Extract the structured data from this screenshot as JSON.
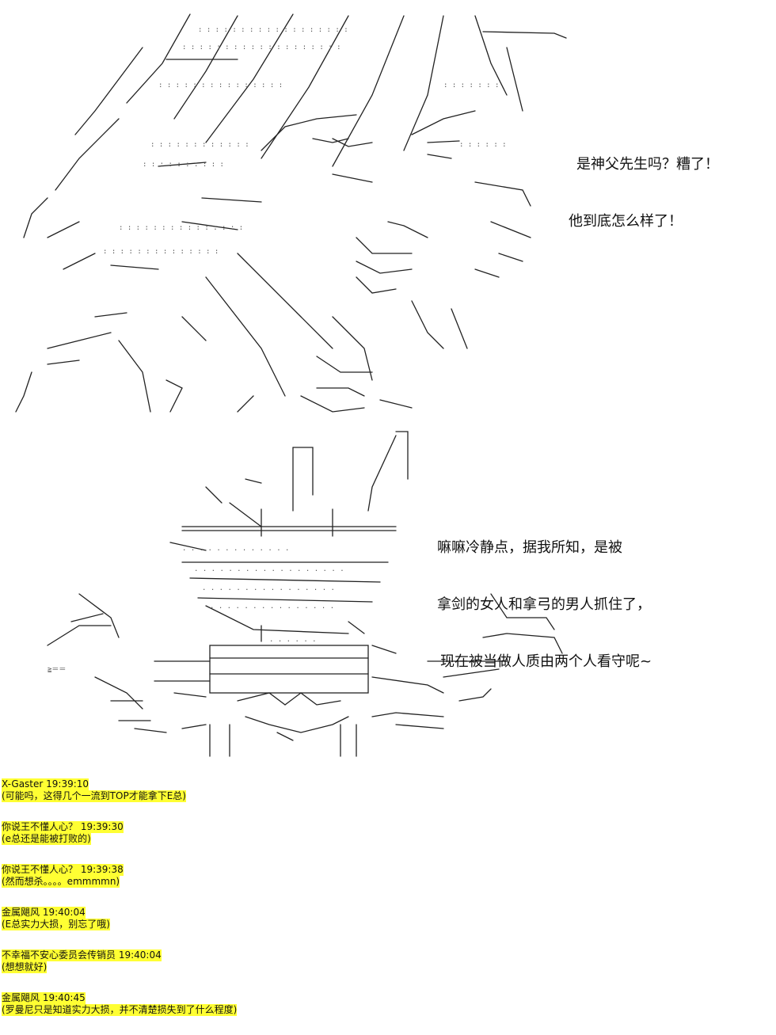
{
  "dialogue_top": {
    "lines": [
      "是神父先生吗？糟了！",
      "他到底怎么样了！"
    ]
  },
  "dialogue_bottom": {
    "lines": [
      "嘛嘛冷静点，据我所知，是被",
      "拿剑的女人和拿弓的男人抓住了，",
      "现在被当做人质由两个人看守呢~"
    ]
  },
  "chat": [
    {
      "name": "X-Gaster",
      "time": "19:39:10",
      "text": "(可能吗，这得几个一流到TOP才能拿下E总)"
    },
    {
      "name": "你说王不懂人心？",
      "time": "19:39:30",
      "text": "(e总还是能被打败的)"
    },
    {
      "name": "你说王不懂人心？",
      "time": "19:39:38",
      "text": "(然而想杀。。。。emmmmn)"
    },
    {
      "name": "金属飓风",
      "time": "19:40:04",
      "text": "(E总实力大损，别忘了哦)"
    },
    {
      "name": "不幸福不安心委员会传销员",
      "time": "19:40:04",
      "text": "(想想就好)"
    },
    {
      "name": "金属飓风",
      "time": "19:40:45",
      "text": "(罗曼尼只是知道实力大损，并不清楚损失到了什么程度)"
    }
  ],
  "colors": {
    "highlight": "#ffff33",
    "ink": "#111111",
    "background": "#ffffff"
  }
}
